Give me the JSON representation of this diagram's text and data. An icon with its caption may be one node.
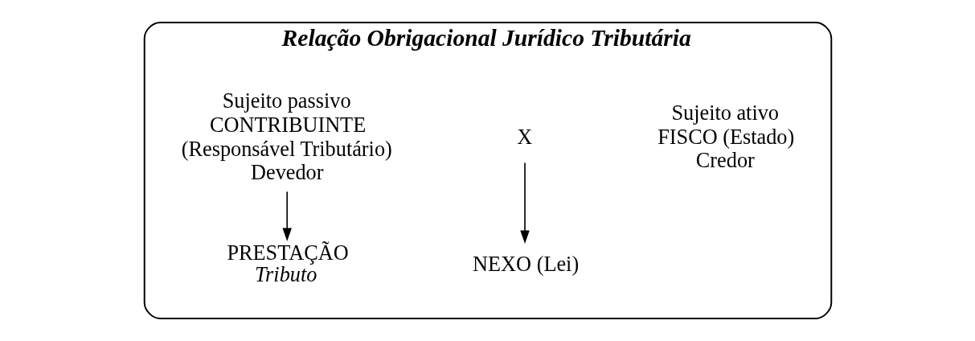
{
  "diagram": {
    "nodes": [
      {
        "text": [
          "Relação Obrigacional Jurídico Tributária"
        ]
      },
      {
        "text": [
          "Sujeito ativo",
          "FISCO (Estado)",
          "Credor"
        ],
        "in": 0
      },
      {
        "text": [
          "X"
        ],
        "in": 0
      },
      {
        "text": [
          "Sujeito passivo",
          "CONTRIBUINTE",
          "(Responsável Tributário)",
          "Devedor"
        ],
        "in": 0
      },
      {
        "text": [
          "PRESTAÇÃO",
          "Tributo"
        ],
        "in": 0
      },
      {
        "text": [
          "NEXO (Lei)"
        ],
        "in": 0
      }
    ],
    "edges": [
      {
        "from": 2,
        "to": 5,
        "arrow": "to"
      },
      {
        "from": 3,
        "to": 4,
        "arrow": "to"
      }
    ]
  }
}
